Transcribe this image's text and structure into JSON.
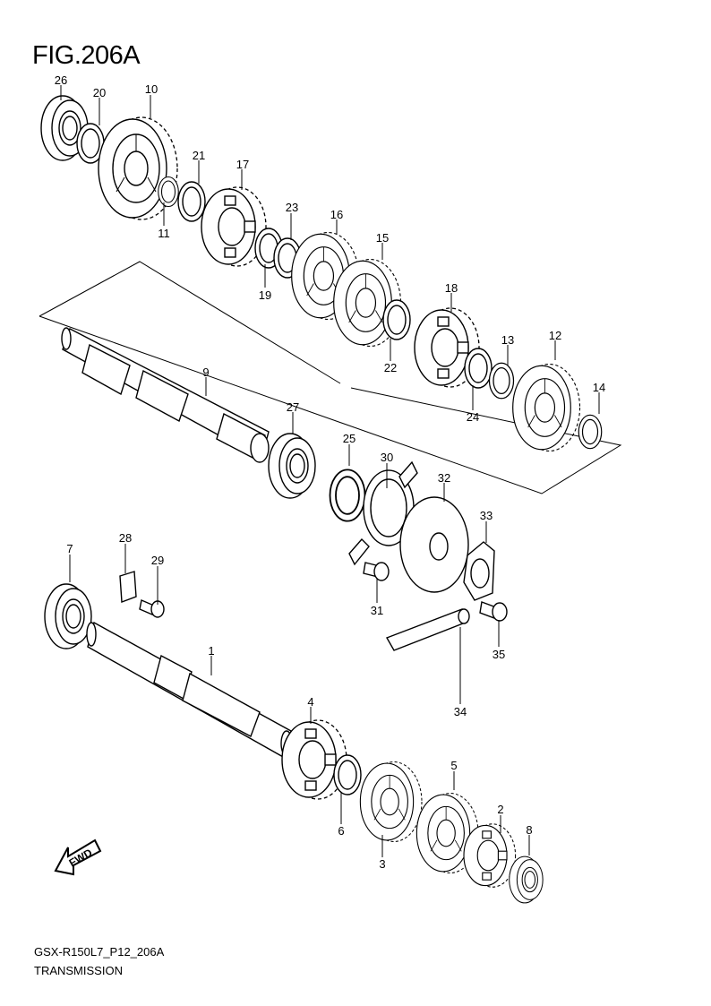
{
  "figure": {
    "title": "FIG.206A",
    "code": "GSX-R150L7_P12_206A",
    "name": "TRANSMISSION"
  },
  "fwd_marker": {
    "label": "FWD"
  },
  "parts": [
    {
      "num": "26"
    },
    {
      "num": "20"
    },
    {
      "num": "10"
    },
    {
      "num": "21"
    },
    {
      "num": "17"
    },
    {
      "num": "11"
    },
    {
      "num": "23"
    },
    {
      "num": "16"
    },
    {
      "num": "15"
    },
    {
      "num": "19"
    },
    {
      "num": "18"
    },
    {
      "num": "22"
    },
    {
      "num": "13"
    },
    {
      "num": "12"
    },
    {
      "num": "24"
    },
    {
      "num": "14"
    },
    {
      "num": "9"
    },
    {
      "num": "27"
    },
    {
      "num": "25"
    },
    {
      "num": "30"
    },
    {
      "num": "32"
    },
    {
      "num": "33"
    },
    {
      "num": "7"
    },
    {
      "num": "28"
    },
    {
      "num": "29"
    },
    {
      "num": "31"
    },
    {
      "num": "35"
    },
    {
      "num": "1"
    },
    {
      "num": "34"
    },
    {
      "num": "4"
    },
    {
      "num": "6"
    },
    {
      "num": "5"
    },
    {
      "num": "2"
    },
    {
      "num": "8"
    },
    {
      "num": "3"
    }
  ]
}
